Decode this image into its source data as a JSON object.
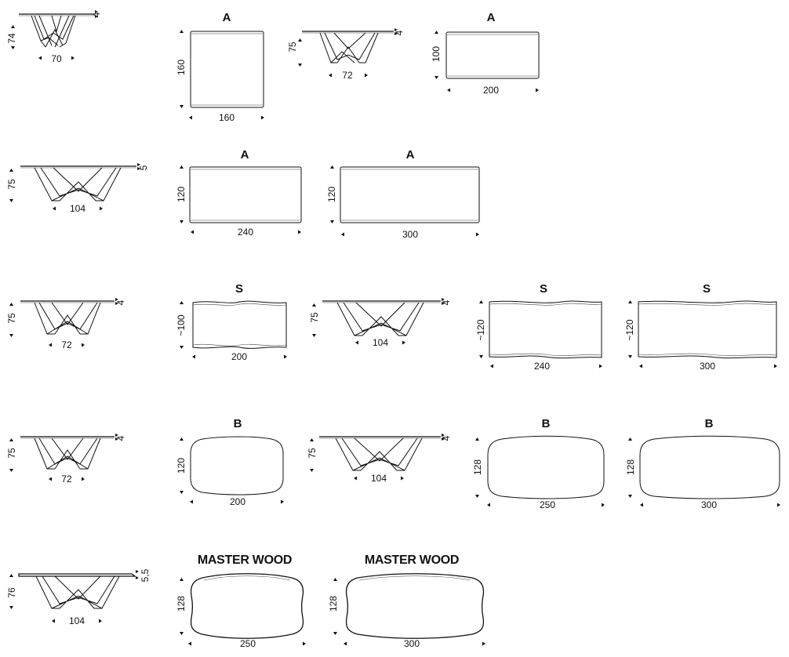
{
  "diagram": {
    "rows": [
      {
        "side": {
          "height": "74",
          "top": "4",
          "leg_span": "70"
        },
        "tops": [
          {
            "label": "A",
            "width": "160",
            "depth": "160"
          },
          {
            "label": "A",
            "width": "200",
            "depth": "100"
          }
        ],
        "side2": {
          "height": "75",
          "top": "4",
          "leg_span": "72"
        }
      },
      {
        "side": {
          "height": "75",
          "top": "5",
          "leg_span": "104"
        },
        "tops": [
          {
            "label": "A",
            "width": "240",
            "depth": "120"
          },
          {
            "label": "A",
            "width": "300",
            "depth": "120"
          }
        ]
      },
      {
        "side": {
          "height": "75",
          "top": "4",
          "leg_span": "72"
        },
        "tops": [
          {
            "label": "",
            "width": "200",
            "depth": "~100"
          },
          {
            "label": "S",
            "width": "240",
            "depth": "~120"
          },
          {
            "label": "S",
            "width": "300",
            "depth": "~120"
          }
        ],
        "label_first": "S",
        "side2": {
          "height": "75",
          "top": "4",
          "leg_span": "104"
        }
      },
      {
        "side": {
          "height": "75",
          "top": "4",
          "leg_span": "72"
        },
        "tops": [
          {
            "label": "B",
            "width": "200",
            "depth": "120"
          },
          {
            "label": "B",
            "width": "250",
            "depth": "128"
          },
          {
            "label": "B",
            "width": "300",
            "depth": "128"
          }
        ],
        "side2": {
          "height": "75",
          "top": "4",
          "leg_span": "104"
        }
      },
      {
        "side": {
          "height": "76",
          "top": "5,5",
          "leg_span": "104"
        },
        "tops": [
          {
            "label": "MASTER WOOD",
            "width": "250",
            "depth": "128"
          },
          {
            "label": "MASTER WOOD",
            "width": "300",
            "depth": "128"
          }
        ]
      }
    ]
  }
}
